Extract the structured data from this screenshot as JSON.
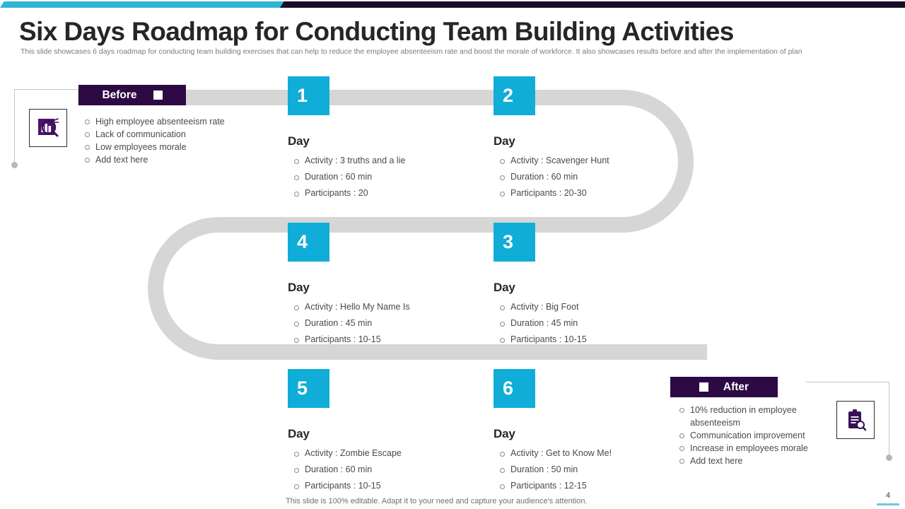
{
  "header": {
    "title": "Six Days Roadmap for Conducting Team Building Activities",
    "subtitle": "This slide showcases 6 days roadmap for conducting team building exercises that can help to reduce the employee absenteeism rate and boost the morale of workforce. It also showcases results before and after the implementation of plan"
  },
  "colors": {
    "accent_cyan": "#0fadd8",
    "topbar_cyan": "#2cb5d4",
    "banner_purple": "#2d0a44",
    "topbar_purple": "#1c0b28",
    "path_grey": "#d6d6d6",
    "icon_purple": "#3a1057"
  },
  "before": {
    "banner_label": "Before",
    "icon": "bar-chart-magnifier-icon",
    "items": [
      "High employee absenteeism rate",
      "Lack of communication",
      "Low employees morale",
      "Add text here"
    ]
  },
  "after": {
    "banner_label": "After",
    "icon": "clipboard-magnifier-icon",
    "items": [
      "10% reduction in employee absenteeism",
      "Communication improvement",
      "Increase in employees morale",
      "Add text here"
    ]
  },
  "days": [
    {
      "number": "1",
      "label": "Day",
      "activity": "Activity : 3 truths and a lie",
      "duration": "Duration : 60 min",
      "participants": "Participants : 20"
    },
    {
      "number": "2",
      "label": "Day",
      "activity": "Activity : Scavenger Hunt",
      "duration": "Duration : 60 min",
      "participants": "Participants : 20-30"
    },
    {
      "number": "3",
      "label": "Day",
      "activity": "Activity : Big Foot",
      "duration": "Duration : 45 min",
      "participants": "Participants : 10-15"
    },
    {
      "number": "4",
      "label": "Day",
      "activity": "Activity : Hello My Name Is",
      "duration": "Duration : 45 min",
      "participants": "Participants : 10-15"
    },
    {
      "number": "5",
      "label": "Day",
      "activity": "Activity : Zombie Escape",
      "duration": "Duration : 60 min",
      "participants": "Participants : 10-15"
    },
    {
      "number": "6",
      "label": "Day",
      "activity": "Activity : Get to Know Me!",
      "duration": "Duration : 50 min",
      "participants": "Participants : 12-15"
    }
  ],
  "footer": {
    "note": "This slide is 100% editable. Adapt it to your need and capture your audience's attention.",
    "page_number": "4"
  }
}
